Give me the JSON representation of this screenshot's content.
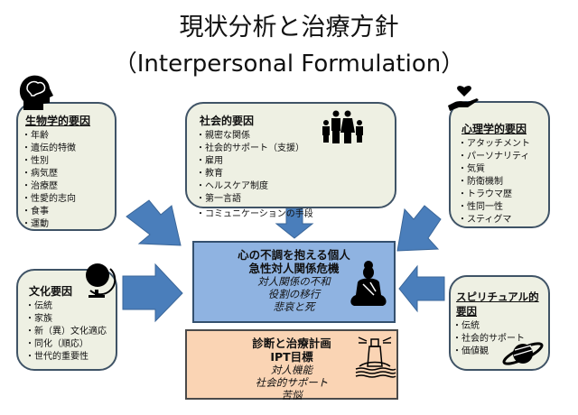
{
  "title": "現状分析と治療方針",
  "subtitle": "（Interpersonal Formulation）",
  "biological": {
    "heading": "生物学的要因",
    "items": [
      "年齢",
      "遺伝的特徴",
      "性別",
      "病気歴",
      "治療歴",
      "性愛的志向",
      "食事",
      "運動"
    ]
  },
  "social": {
    "heading": "社会的要因",
    "items": [
      "親密な関係",
      "社会的サポート（支援）",
      "雇用",
      "教育",
      "ヘルスケア制度",
      "第一言語",
      "コミュニケーションの手段"
    ]
  },
  "psychological": {
    "heading": "心理学的要因",
    "items": [
      "アタッチメント",
      "パーソナリティ",
      "気質",
      "防衛機制",
      "トラウマ歴",
      "性同一性",
      "スティグマ"
    ]
  },
  "cultural": {
    "heading": "文化要因",
    "items": [
      "伝統",
      "家族",
      "新（異）文化適応",
      "同化（順応）",
      "世代的重要性"
    ]
  },
  "spiritual": {
    "heading": "スピリチュアル的要因",
    "items": [
      "伝統",
      "社会的サポート",
      "価値観"
    ]
  },
  "center": {
    "line1": "心の不調を抱える個人",
    "line2": "急性対人関係危機",
    "items": [
      "対人関係の不和",
      "役割の移行",
      "悲哀と死"
    ]
  },
  "plan": {
    "line1": "診断と治療計画",
    "line2": "IPT目標",
    "items": [
      "対人機能",
      "社会的サポート",
      "苦悩"
    ]
  },
  "colors": {
    "box_bg": "#eef0e3",
    "center_bg": "#8fb3e1",
    "plan_bg": "#fad4b4",
    "arrow": "#4a7ebb"
  }
}
